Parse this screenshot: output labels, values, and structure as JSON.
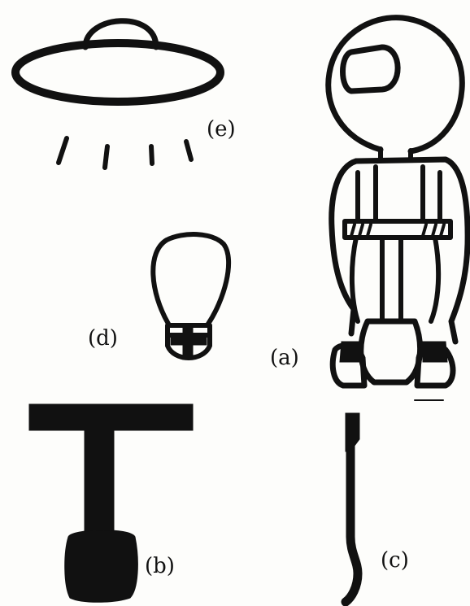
{
  "figure": {
    "labels": {
      "a": "(a)",
      "b": "(b)",
      "c": "(c)",
      "d": "(d)",
      "e": "(e)"
    }
  },
  "colors": {
    "ink": "#111111",
    "paper": "#fdfdfb"
  }
}
